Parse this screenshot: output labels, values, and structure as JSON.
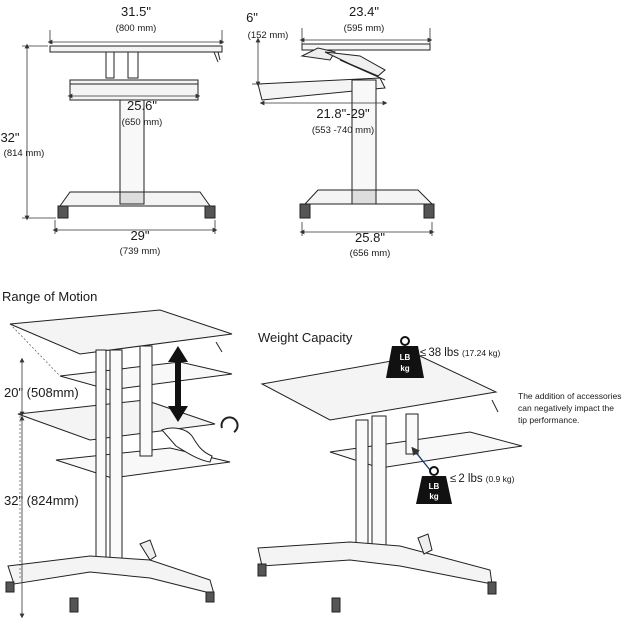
{
  "dimensions": {
    "top_width": {
      "imperial": "31.5\"",
      "metric": "(800 mm)"
    },
    "keyboard_width": {
      "imperial": "25.6\"",
      "metric": "(650 mm)"
    },
    "total_height": {
      "imperial": "32\"",
      "metric": "(814 mm)"
    },
    "base_width": {
      "imperial": "29\"",
      "metric": "(739 mm)"
    },
    "keyboard_offset": {
      "imperial": "6\"",
      "metric": "(152 mm)"
    },
    "top_depth": {
      "imperial": "23.4\"",
      "metric": "(595 mm)"
    },
    "keyboard_depth": {
      "imperial": "21.8\"-29\"",
      "metric": "(553 -740 mm)"
    },
    "base_depth": {
      "imperial": "25.8\"",
      "metric": "(656 mm)"
    }
  },
  "range_of_motion": {
    "title": "Range of Motion",
    "travel": "20\" (508mm)",
    "min_height": "32\" (824mm)"
  },
  "weight_capacity": {
    "title": "Weight Capacity",
    "weight_icon_label": "LB\nkg",
    "top": {
      "symbol": "≤",
      "value": "38 lbs",
      "metric": "(17.24 kg)"
    },
    "keyboard": {
      "symbol": "≤",
      "value": "2 lbs",
      "metric": "(0.9 kg)"
    },
    "note": [
      "The addition of accessories",
      "can negatively impact the",
      "tip performance."
    ]
  }
}
